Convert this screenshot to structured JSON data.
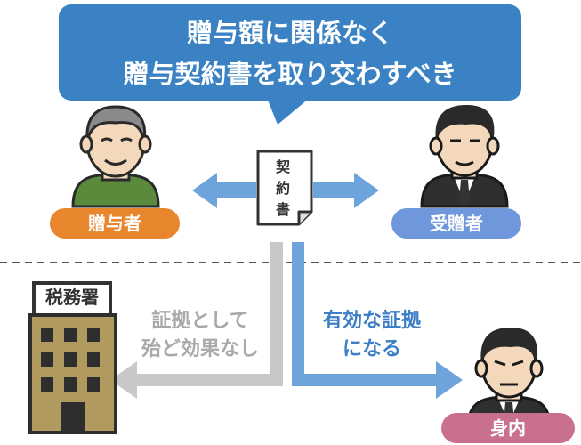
{
  "headline": {
    "line1": "贈与額に関係なく",
    "line2": "贈与契約書を取り交わすべき"
  },
  "document": {
    "chars": [
      "契",
      "約",
      "書"
    ]
  },
  "people": {
    "giver": "贈与者",
    "receiver": "受贈者",
    "relative": "身内"
  },
  "tax_office": {
    "label": "税務署"
  },
  "left_caption": {
    "line1": "証拠として",
    "line2": "殆ど効果なし"
  },
  "right_caption": {
    "line1": "有効な証拠",
    "line2": "になる"
  },
  "colors": {
    "bubble": "#3b82c4",
    "giver_badge": "#e8862e",
    "receiver_badge": "#6f97dc",
    "relative_badge": "#c9708f",
    "arrow_blue": "#6ea4dc",
    "arrow_gray": "#c8c8c8",
    "building": "#b09a60"
  }
}
